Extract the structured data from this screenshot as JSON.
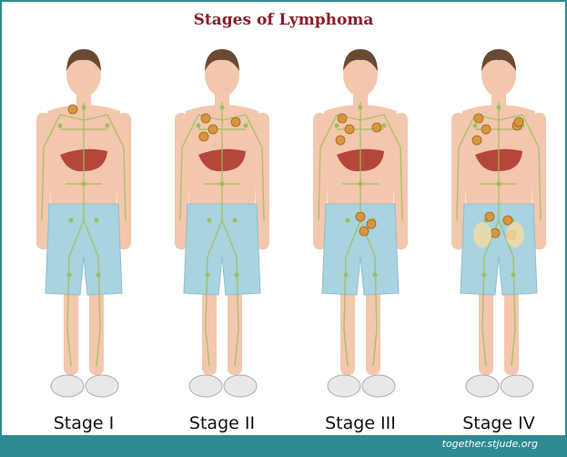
{
  "title": "Stages of Lymphoma",
  "stages": [
    {
      "label": "Stage I"
    },
    {
      "label": "Stage II"
    },
    {
      "label": "Stage III"
    },
    {
      "label": "Stage IV"
    }
  ],
  "footer": {
    "source": "together.stjude.org"
  },
  "colors": {
    "title": "#8a1f2b",
    "footer_bar": "#2e8a93",
    "skin": "#f3c7ad",
    "hair": "#6b4a33",
    "shorts": "#a9d3de",
    "lymph": "#9bbf5a",
    "liver": "#b5473a",
    "affected_node": "#d8963c"
  }
}
